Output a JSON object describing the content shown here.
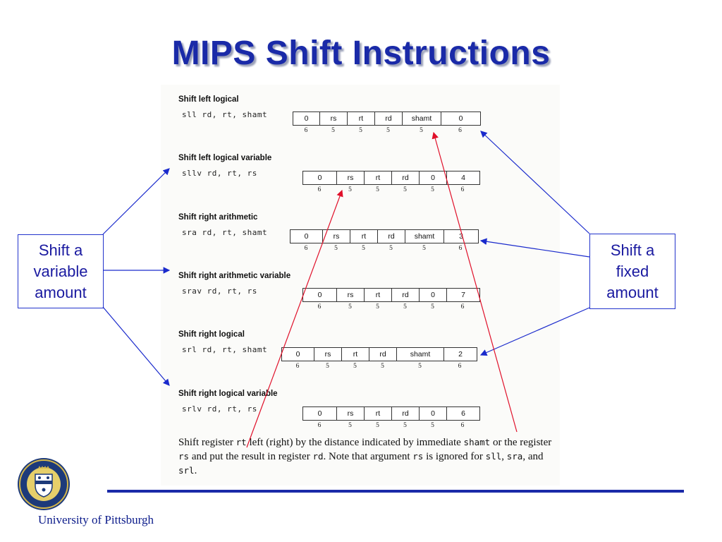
{
  "title": "MIPS Shift Instructions",
  "sections": [
    {
      "name": "Shift left logical",
      "syntax": "sll rd, rt, shamt",
      "fields": [
        "0",
        "rs",
        "rt",
        "rd",
        "shamt",
        "0"
      ],
      "bits": [
        "6",
        "5",
        "5",
        "5",
        "5",
        "6"
      ]
    },
    {
      "name": "Shift left logical variable",
      "syntax": "sllv rd, rt, rs",
      "fields": [
        "0",
        "rs",
        "rt",
        "rd",
        "0",
        "4"
      ],
      "bits": [
        "6",
        "5",
        "5",
        "5",
        "5",
        "6"
      ]
    },
    {
      "name": "Shift right arithmetic",
      "syntax": "sra rd, rt, shamt",
      "fields": [
        "0",
        "rs",
        "rt",
        "rd",
        "shamt",
        "3"
      ],
      "bits": [
        "6",
        "5",
        "5",
        "5",
        "5",
        "6"
      ]
    },
    {
      "name": "Shift right arithmetic variable",
      "syntax": "srav rd, rt, rs",
      "fields": [
        "0",
        "rs",
        "rt",
        "rd",
        "0",
        "7"
      ],
      "bits": [
        "6",
        "5",
        "5",
        "5",
        "5",
        "6"
      ]
    },
    {
      "name": "Shift right logical",
      "syntax": "srl rd, rt, shamt",
      "fields": [
        "0",
        "rs",
        "rt",
        "rd",
        "shamt",
        "2"
      ],
      "bits": [
        "6",
        "5",
        "5",
        "5",
        "5",
        "6"
      ]
    },
    {
      "name": "Shift right logical variable",
      "syntax": "srlv rd, rt, rs",
      "fields": [
        "0",
        "rs",
        "rt",
        "rd",
        "0",
        "6"
      ],
      "bits": [
        "6",
        "5",
        "5",
        "5",
        "5",
        "6"
      ]
    }
  ],
  "description": {
    "p1": "Shift register ",
    "c1": "rt",
    "p2": " left (right) by the distance indicated by immediate ",
    "c2": "shamt",
    "p3": " or the register ",
    "c3": "rs",
    "p4": " and put the result in register ",
    "c4": "rd",
    "p5": ". Note that argument ",
    "c5": "rs",
    "p6": " is ignored for ",
    "c6": "sll",
    "p7": ", ",
    "c7": "sra",
    "p8": ", and ",
    "c8": "srl",
    "p9": "."
  },
  "left_box": {
    "line1": "Shift a",
    "line2": "variable",
    "line3": "amount"
  },
  "right_box": {
    "line1": "Shift a",
    "line2": "fixed",
    "line3": "amount"
  },
  "footer": "University of Pittsburgh",
  "colors": {
    "title": "#1a2aa8",
    "box_text": "#1a1aa0",
    "arrow_blue": "#1a2acc",
    "arrow_red": "#e0102a"
  },
  "logo": "university-seal-icon"
}
